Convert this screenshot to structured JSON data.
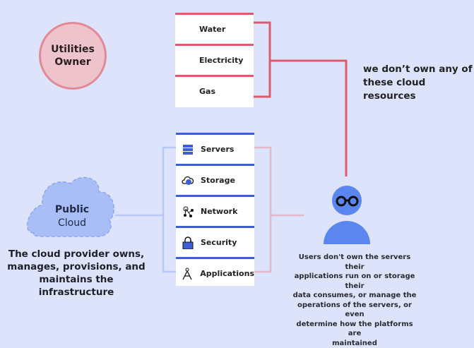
{
  "owner": {
    "line1": "Utilities",
    "line2": "Owner"
  },
  "utilities": [
    "Water",
    "Electricity",
    "Gas"
  ],
  "note_owned": {
    "line1": "we don’t own any of",
    "line2": "these cloud resources"
  },
  "cloud": {
    "line1": "Public",
    "line2": "Cloud"
  },
  "resources": [
    {
      "label": "Servers",
      "icon": "server-icon"
    },
    {
      "label": "Storage",
      "icon": "cloud-storage-icon"
    },
    {
      "label": "Network",
      "icon": "network-icon"
    },
    {
      "label": "Security",
      "icon": "lock-icon"
    },
    {
      "label": "Applications",
      "icon": "compass-icon"
    }
  ],
  "provider_text": {
    "line1": "The cloud provider owns,",
    "line2": "manages, provisions, and",
    "line3": "maintains the infrastructure"
  },
  "users_text": {
    "line1": "Users don't own the servers their",
    "line2": "applications run on or storage their",
    "line3": "data consumes, or manage the",
    "line4": "operations of the servers, or even",
    "line5": "determine how the platforms are",
    "line6": "maintained"
  },
  "colors": {
    "background": "#dde3fb",
    "utility_accent": "#e05a6e",
    "cloud_accent": "#3e5ed6",
    "person": "#5b86f0"
  }
}
